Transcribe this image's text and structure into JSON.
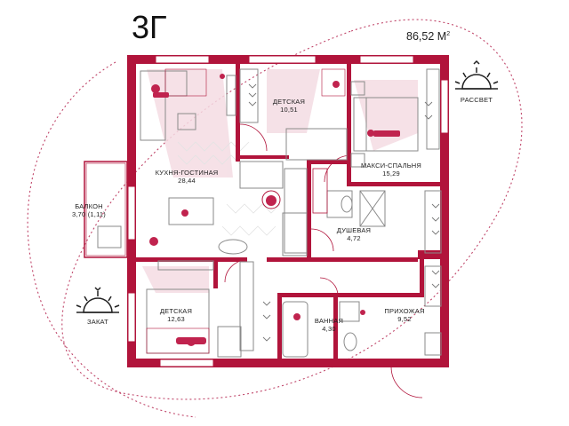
{
  "header": {
    "unit_code": "3Г",
    "total_area": "86,52",
    "total_area_unit": "М",
    "total_area_unit_sup": "2"
  },
  "rooms": [
    {
      "id": "kitchen",
      "name": "КУХНЯ-ГОСТИНАЯ",
      "area": "28,44"
    },
    {
      "id": "kids1",
      "name": "ДЕТСКАЯ",
      "area": "10,51"
    },
    {
      "id": "master",
      "name": "МАКСИ-СПАЛЬНЯ",
      "area": "15,29"
    },
    {
      "id": "balcony",
      "name": "БАЛКОН",
      "area": "3,70 (1,11)"
    },
    {
      "id": "shower",
      "name": "ДУШЕВАЯ",
      "area": "4,72"
    },
    {
      "id": "kids2",
      "name": "ДЕТСКАЯ",
      "area": "12,63"
    },
    {
      "id": "bath",
      "name": "ВАННАЯ",
      "area": "4,30"
    },
    {
      "id": "hall",
      "name": "ПРИХОЖАЯ",
      "area": "9,52"
    }
  ],
  "orientation": {
    "sunrise": "РАССВЕТ",
    "sunset": "ЗАКАТ"
  },
  "colors": {
    "wall": "#b1143b",
    "accent_pink": "#f2d3dc",
    "furniture": "#8a8a8a",
    "text": "#1e1e1e"
  }
}
